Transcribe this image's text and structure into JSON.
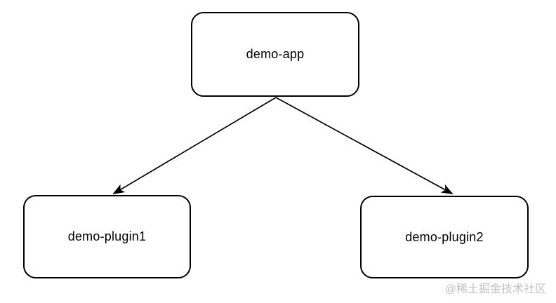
{
  "diagram": {
    "background_color": "#ffffff",
    "node_fill_color": "#ffffff",
    "node_border_color": "#000000",
    "edge_color": "#000000",
    "nodes": [
      {
        "id": "demo-app",
        "label": "demo-app"
      },
      {
        "id": "demo-plugin1",
        "label": "demo-plugin1"
      },
      {
        "id": "demo-plugin2",
        "label": "demo-plugin2"
      }
    ],
    "edges": [
      {
        "from": "demo-app",
        "to": "demo-plugin1",
        "arrow": "filled-triangle"
      },
      {
        "from": "demo-app",
        "to": "demo-plugin2",
        "arrow": "filled-triangle"
      }
    ]
  },
  "watermark": {
    "text": "@稀土掘金技术社区",
    "color": "#c2c2c2"
  }
}
